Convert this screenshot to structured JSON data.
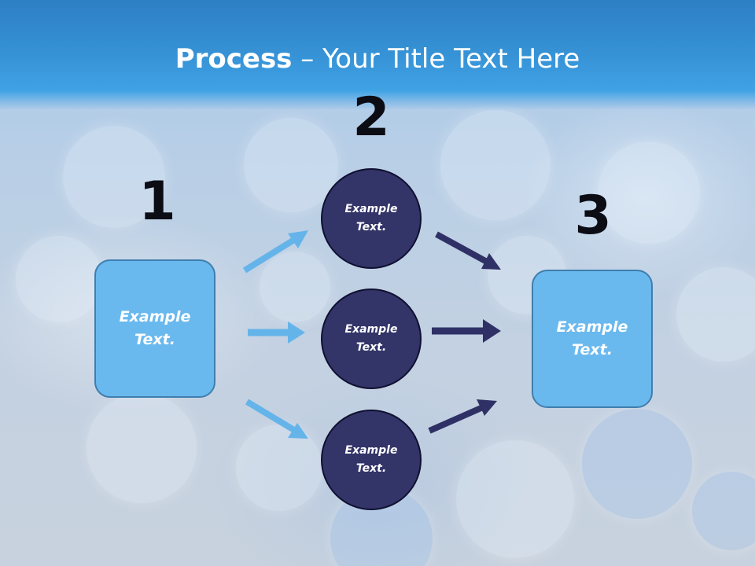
{
  "title": {
    "bold": "Process",
    "rest": " – Your Title Text Here"
  },
  "steps": {
    "one": "1",
    "two": "2",
    "three": "3"
  },
  "nodes": {
    "left_box": "Example Text.",
    "circle_top": "Example Text.",
    "circle_middle": "Example Text.",
    "circle_bottom": "Example Text.",
    "right_box": "Example Text."
  },
  "colors": {
    "header_blue": "#3590d4",
    "box_fill": "#6ab9ee",
    "box_border": "#3f7eae",
    "circle_fill": "#333468",
    "arrow_light": "#64b4ea",
    "arrow_dark": "#2f3166"
  }
}
